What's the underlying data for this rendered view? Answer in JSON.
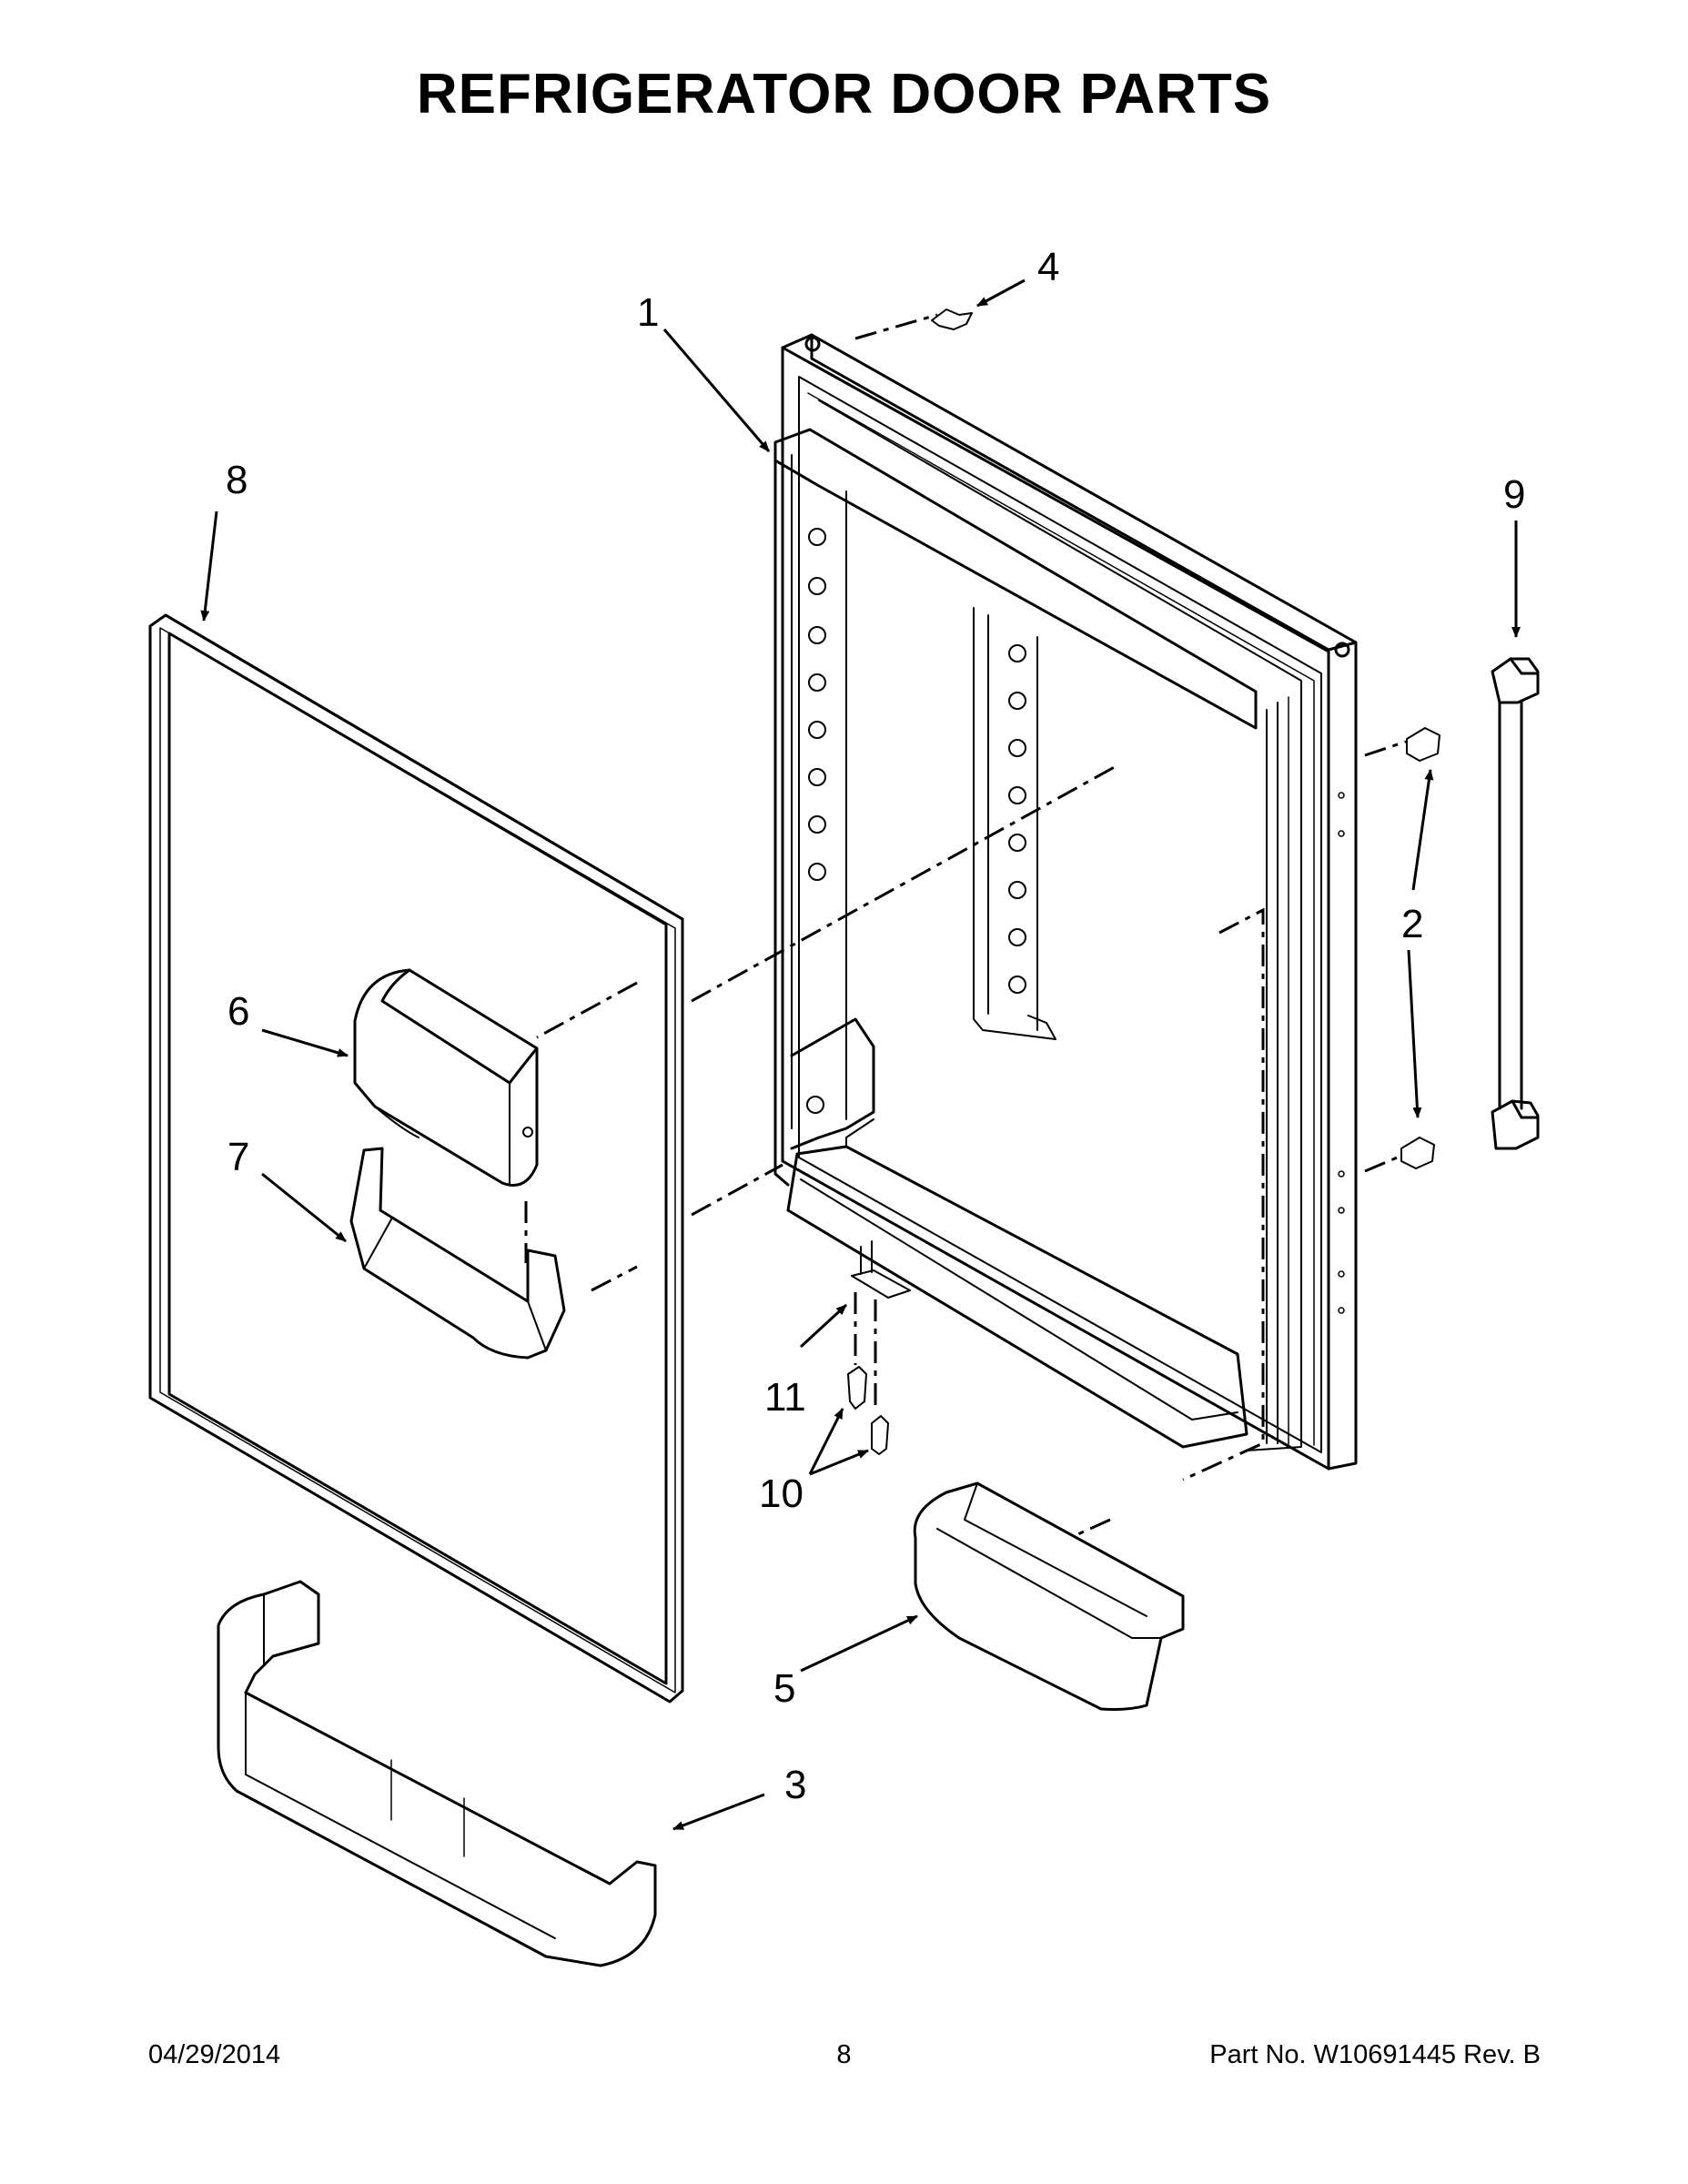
{
  "page": {
    "title": "REFRIGERATOR DOOR PARTS",
    "footer": {
      "date": "04/29/2014",
      "page_number": "8",
      "part_label": "Part No.  W10691445  Rev.  B"
    }
  },
  "callouts": [
    {
      "id": "1",
      "label": "1"
    },
    {
      "id": "2",
      "label": "2"
    },
    {
      "id": "3",
      "label": "3"
    },
    {
      "id": "4",
      "label": "4"
    },
    {
      "id": "5",
      "label": "5"
    },
    {
      "id": "6",
      "label": "6"
    },
    {
      "id": "7",
      "label": "7"
    },
    {
      "id": "8",
      "label": "8"
    },
    {
      "id": "9",
      "label": "9"
    },
    {
      "id": "10",
      "label": "10"
    },
    {
      "id": "11",
      "label": "11"
    }
  ]
}
